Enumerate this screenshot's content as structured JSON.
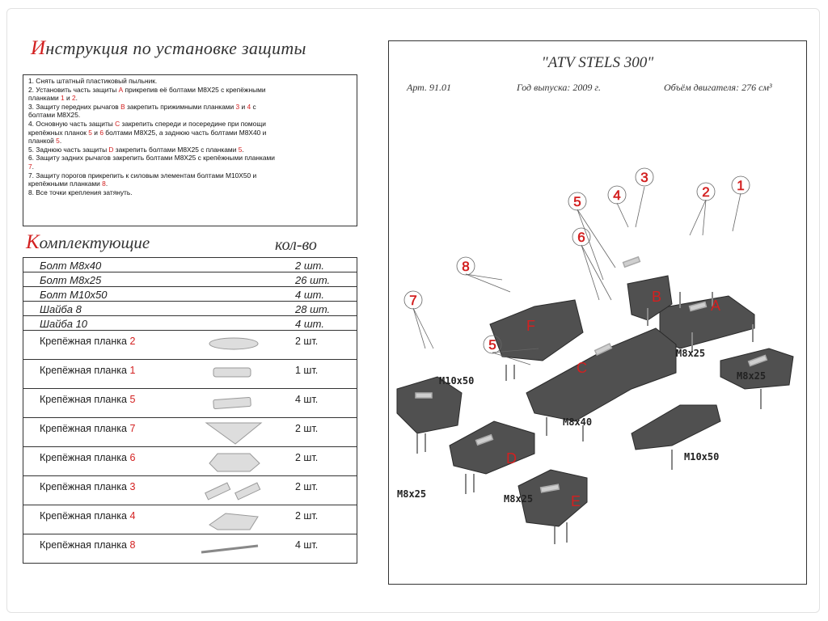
{
  "title": {
    "first_letter": "И",
    "rest": "нструкция по установке защиты"
  },
  "instructions": [
    [
      {
        "t": "1. Снять штатный пластиковый пыльник."
      }
    ],
    [
      {
        "t": "2. Установить часть защиты "
      },
      {
        "t": "А",
        "r": true
      },
      {
        "t": " прикрепив её болтами М8Х25 с крепёжными"
      }
    ],
    [
      {
        "t": "планками "
      },
      {
        "t": "1",
        "r": true
      },
      {
        "t": " и "
      },
      {
        "t": "2",
        "r": true
      },
      {
        "t": "."
      }
    ],
    [
      {
        "t": "3. Защиту передних рычагов "
      },
      {
        "t": "B",
        "r": true
      },
      {
        "t": " закрепить прижимными планками "
      },
      {
        "t": "3",
        "r": true
      },
      {
        "t": " и "
      },
      {
        "t": "4",
        "r": true
      },
      {
        "t": " с"
      }
    ],
    [
      {
        "t": "болтами М8Х25."
      }
    ],
    [
      {
        "t": "4. Основную часть защиты "
      },
      {
        "t": "С",
        "r": true
      },
      {
        "t": " закрепить спереди и посередине  при помощи"
      }
    ],
    [
      {
        "t": "крепёжных планок "
      },
      {
        "t": "5",
        "r": true
      },
      {
        "t": " и "
      },
      {
        "t": "6",
        "r": true
      },
      {
        "t": " болтами М8Х25, а заднюю часть болтами М8Х40 и"
      }
    ],
    [
      {
        "t": "планкой "
      },
      {
        "t": "5",
        "r": true
      },
      {
        "t": "."
      }
    ],
    [
      {
        "t": "5. Заднюю часть защиты "
      },
      {
        "t": "D",
        "r": true
      },
      {
        "t": " закрепить болтами М8Х25 с планками "
      },
      {
        "t": "5",
        "r": true
      },
      {
        "t": "."
      }
    ],
    [
      {
        "t": "6. Защиту задних рычагов закрепить болтами М8Х25 с крепёжными планками"
      }
    ],
    [
      {
        "t": "7",
        "r": true
      },
      {
        "t": "."
      }
    ],
    [
      {
        "t": "7. Защиту порогов прикрепить к силовым элементам болтами М10Х50 и"
      }
    ],
    [
      {
        "t": "крепёжными планками "
      },
      {
        "t": "8",
        "r": true
      },
      {
        "t": "."
      }
    ],
    [
      {
        "t": "8. Все точки крепления затянуть."
      }
    ]
  ],
  "components": {
    "title_first": "К",
    "title_rest": "омплектующие",
    "qty_header": "кол-во",
    "rows": [
      {
        "name": "Болт М8х40",
        "num": "",
        "qty": "2 шт.",
        "pic": ""
      },
      {
        "name": "Болт М8х25",
        "num": "",
        "qty": "26 шт.",
        "pic": ""
      },
      {
        "name": "Болт М10х50",
        "num": "",
        "qty": "4 шт.",
        "pic": ""
      },
      {
        "name": "Шайба 8",
        "num": "",
        "qty": "28 шт.",
        "pic": ""
      },
      {
        "name": "Шайба 10",
        "num": "",
        "qty": "4 шт.",
        "pic": ""
      },
      {
        "name": "Крепёжная планка ",
        "num": "2",
        "qty": "2 шт.",
        "pic": "plate-2"
      },
      {
        "name": "Крепёжная планка ",
        "num": "1",
        "qty": "1 шт.",
        "pic": "plate-1"
      },
      {
        "name": "Крепёжная планка ",
        "num": "5",
        "qty": "4 шт.",
        "pic": "plate-5"
      },
      {
        "name": "Крепёжная планка ",
        "num": "7",
        "qty": "2 шт.",
        "pic": "plate-7"
      },
      {
        "name": "Крепёжная планка ",
        "num": "6",
        "qty": "2 шт.",
        "pic": "plate-6"
      },
      {
        "name": "Крепёжная планка ",
        "num": "3",
        "qty": "2 шт.",
        "pic": "plate-3"
      },
      {
        "name": "Крепёжная планка ",
        "num": "4",
        "qty": "2 шт.",
        "pic": "plate-4"
      },
      {
        "name": "Крепёжная планка ",
        "num": "8",
        "qty": "4 шт.",
        "pic": "plate-8"
      }
    ]
  },
  "diagram": {
    "title": "\"ATV STELS 300\"",
    "art": "Арт. 91.01",
    "year": "Год выпуска: 2009 г.",
    "engine": "Объём двигателя: 276 см³",
    "callouts": [
      "3",
      "4",
      "2",
      "1",
      "5",
      "6",
      "8",
      "7",
      "5"
    ],
    "part_letters": [
      "A",
      "B",
      "C",
      "D",
      "E",
      "F"
    ],
    "bolt_labels": [
      "M10x50",
      "M8x25",
      "M8x25",
      "M8x40",
      "M8x25",
      "M10x50",
      "M8x25"
    ]
  },
  "colors": {
    "accent_red": "#d32020",
    "part_fill": "#505050"
  }
}
